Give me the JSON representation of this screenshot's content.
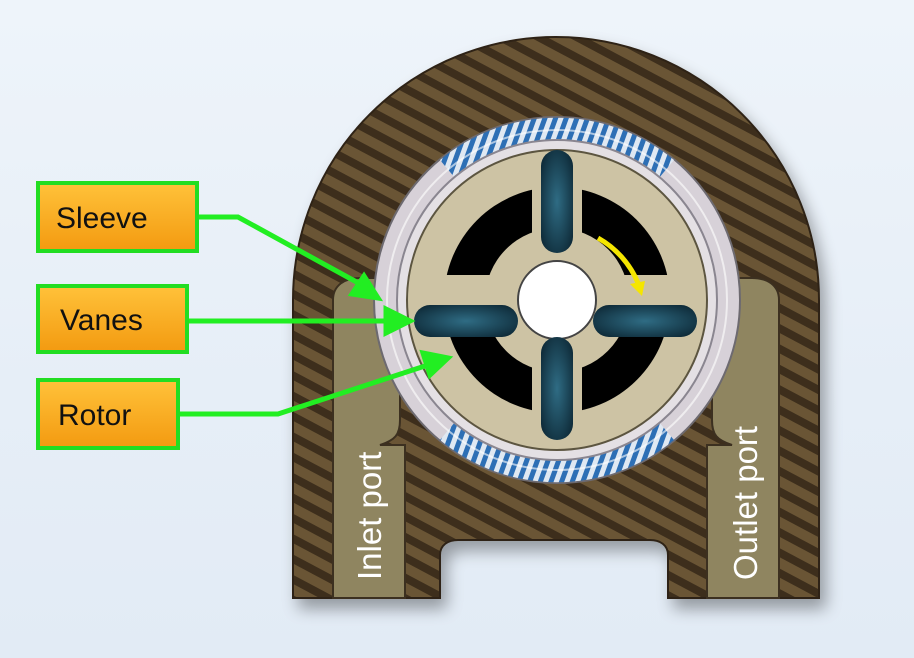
{
  "labels": {
    "sleeve": "Sleeve",
    "vanes": "Vanes",
    "rotor": "Rotor",
    "inlet_port": "Inlet port",
    "outlet_port": "Outlet port"
  },
  "colors": {
    "housing": "#5e4a2d",
    "housing_stripe": "#3a2c1a",
    "port_channel": "#8f8560",
    "label_box": "#f5a623",
    "label_border": "#22dd22",
    "arrow": "#22ee22",
    "sleeve_ring": "#e4e0e4",
    "rotor_face": "#cdc3a4",
    "vane": "#1f4a5e",
    "rotation_arrow": "#f5e600"
  }
}
